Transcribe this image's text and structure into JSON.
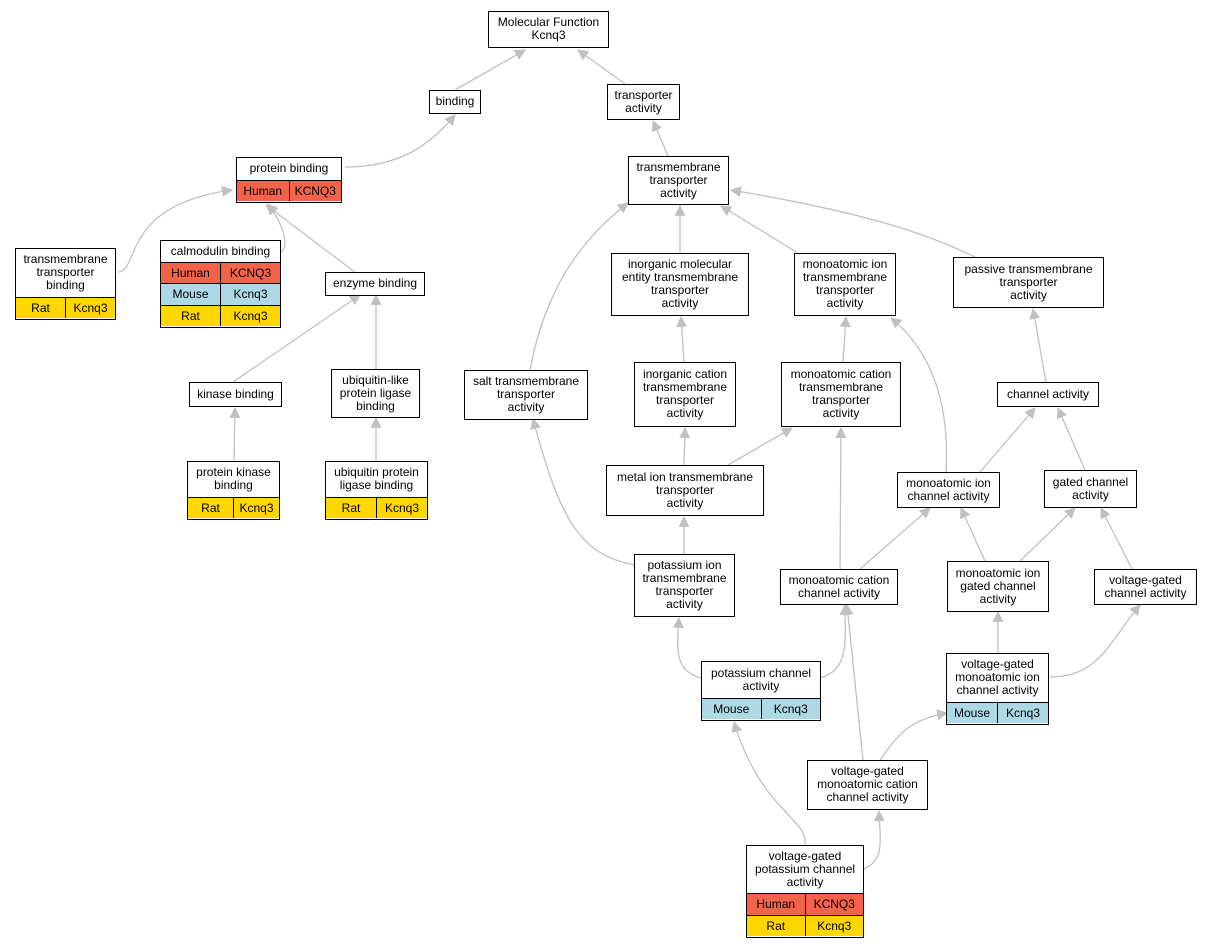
{
  "nodes": {
    "mf": {
      "title": "Molecular Function\nKcnq3"
    },
    "binding": {
      "title": "binding"
    },
    "transporter_activity": {
      "title": "transporter\nactivity"
    },
    "protein_binding": {
      "title": "protein binding",
      "annotations": [
        {
          "species": "Human",
          "gene": "KCNQ3"
        }
      ]
    },
    "tm_transporter_activity": {
      "title": "transmembrane\ntransporter\nactivity"
    },
    "tm_transporter_binding": {
      "title": "transmembrane\ntransporter\nbinding",
      "annotations": [
        {
          "species": "Rat",
          "gene": "Kcnq3"
        }
      ]
    },
    "calmodulin_binding": {
      "title": "calmodulin binding",
      "annotations": [
        {
          "species": "Human",
          "gene": "KCNQ3"
        },
        {
          "species": "Mouse",
          "gene": "Kcnq3"
        },
        {
          "species": "Rat",
          "gene": "Kcnq3"
        }
      ]
    },
    "enzyme_binding": {
      "title": "enzyme binding"
    },
    "inorganic_mol_tm": {
      "title": "inorganic molecular\nentity transmembrane\ntransporter\nactivity"
    },
    "monoatomic_ion_tm": {
      "title": "monoatomic ion\ntransmembrane\ntransporter\nactivity"
    },
    "passive_tm": {
      "title": "passive transmembrane\ntransporter\nactivity"
    },
    "salt_tm": {
      "title": "salt transmembrane\ntransporter\nactivity"
    },
    "kinase_binding": {
      "title": "kinase binding"
    },
    "ubiquitin_like": {
      "title": "ubiquitin-like\nprotein ligase\nbinding"
    },
    "inorganic_cation_tm": {
      "title": "inorganic cation\ntransmembrane\ntransporter\nactivity"
    },
    "monoatomic_cation_tm": {
      "title": "monoatomic cation\ntransmembrane\ntransporter\nactivity"
    },
    "channel_activity": {
      "title": "channel activity"
    },
    "protein_kinase_binding": {
      "title": "protein kinase\nbinding",
      "annotations": [
        {
          "species": "Rat",
          "gene": "Kcnq3"
        }
      ]
    },
    "ubiquitin_protein_ligase": {
      "title": "ubiquitin protein\nligase binding",
      "annotations": [
        {
          "species": "Rat",
          "gene": "Kcnq3"
        }
      ]
    },
    "metal_ion_tm": {
      "title": "metal ion transmembrane\ntransporter\nactivity"
    },
    "monoatomic_ion_channel": {
      "title": "monoatomic ion\nchannel activity"
    },
    "gated_channel": {
      "title": "gated channel\nactivity"
    },
    "potassium_ion_tm": {
      "title": "potassium ion\ntransmembrane\ntransporter\nactivity"
    },
    "monoatomic_cation_channel": {
      "title": "monoatomic cation\nchannel activity"
    },
    "monoatomic_ion_gated": {
      "title": "monoatomic ion\ngated channel\nactivity"
    },
    "voltage_gated_channel": {
      "title": "voltage-gated\nchannel activity"
    },
    "potassium_channel": {
      "title": "potassium channel\nactivity",
      "annotations": [
        {
          "species": "Mouse",
          "gene": "Kcnq3"
        }
      ]
    },
    "vg_monoatomic_ion": {
      "title": "voltage-gated\nmonoatomic ion\nchannel activity",
      "annotations": [
        {
          "species": "Mouse",
          "gene": "Kcnq3"
        }
      ]
    },
    "vg_monoatomic_cation": {
      "title": "voltage-gated\nmonoatomic cation\nchannel activity"
    },
    "vg_potassium": {
      "title": "voltage-gated\npotassium channel\nactivity",
      "annotations": [
        {
          "species": "Human",
          "gene": "KCNQ3"
        },
        {
          "species": "Rat",
          "gene": "Kcnq3"
        }
      ]
    }
  },
  "species_colors": {
    "Human": "#f2634a",
    "Mouse": "#add8e6",
    "Rat": "#ffd700"
  },
  "edge_color": "#c0c0c0"
}
